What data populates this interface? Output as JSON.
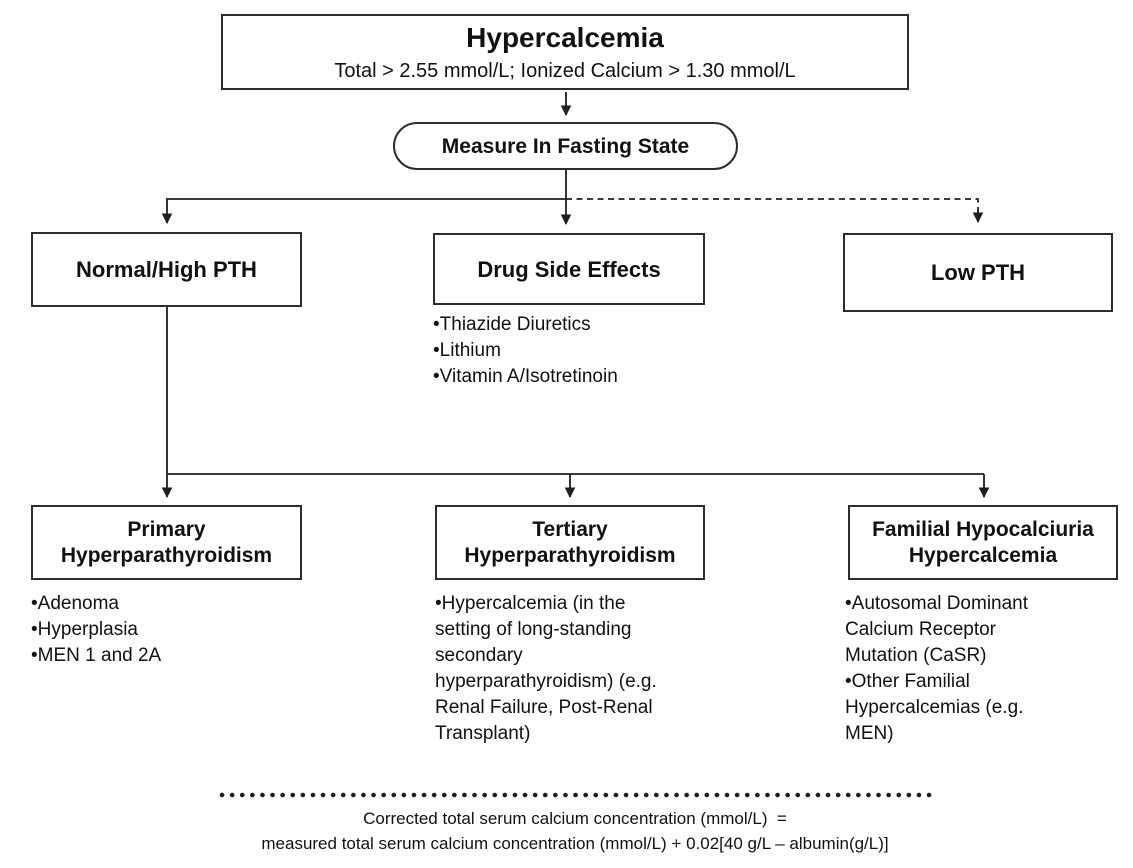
{
  "diagram": {
    "root": {
      "title": "Hypercalcemia",
      "subtitle": "Total > 2.55 mmol/L; Ionized Calcium > 1.30 mmol/L"
    },
    "fasting": {
      "label": "Measure In Fasting State"
    },
    "normal_high_pth": {
      "label": "Normal/High PTH"
    },
    "drug_side_effects": {
      "label": "Drug Side Effects",
      "items": [
        "Thiazide Diuretics",
        "Lithium",
        "Vitamin A/Isotretinoin"
      ]
    },
    "low_pth": {
      "label": "Low PTH"
    },
    "primary": {
      "lines": [
        "Primary",
        "Hyperparathyroidism"
      ],
      "items": [
        "Adenoma",
        "Hyperplasia",
        "MEN 1 and 2A"
      ]
    },
    "tertiary": {
      "lines": [
        "Tertiary",
        "Hyperparathyroidism"
      ],
      "items": [
        "Hypercalcemia (in the setting of long-standing secondary hyperparathyroidism) (e.g. Renal Failure, Post-Renal Transplant)"
      ]
    },
    "familial": {
      "lines": [
        "Familial Hypocalciuria",
        "Hypercalcemia"
      ],
      "items": [
        "Autosomal Dominant Calcium Receptor Mutation (CaSR)",
        "Other Familial Hypercalcemias (e.g. MEN)"
      ]
    },
    "footnote": {
      "line1": "Corrected total serum calcium concentration (mmol/L)  =",
      "line2": "measured total serum calcium concentration (mmol/L) + 0.02[40 g/L – albumin(g/L)]"
    },
    "colors": {
      "line": "#1f1f1f",
      "border": "#2d2d2d",
      "text": "#111111",
      "background": "#ffffff"
    }
  }
}
